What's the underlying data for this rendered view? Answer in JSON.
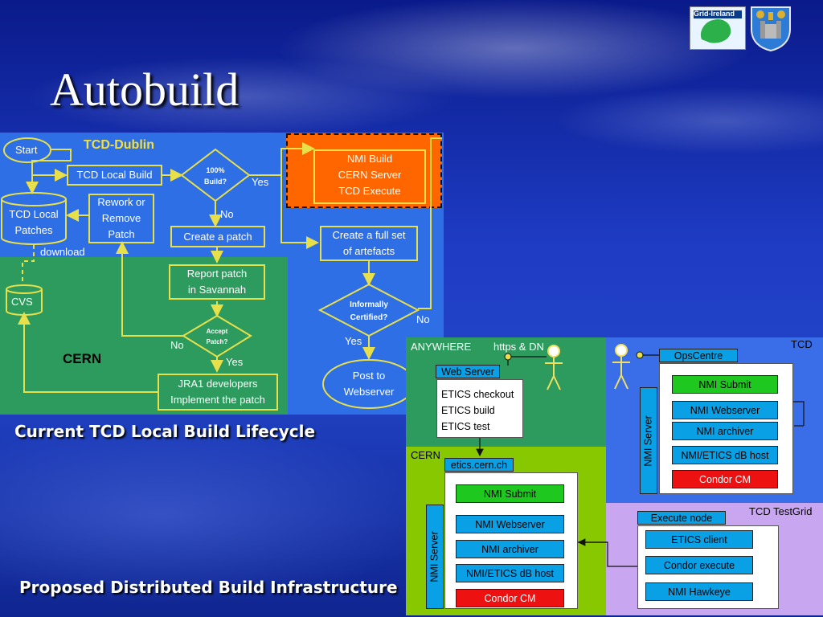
{
  "slide_title": "Autobuild",
  "caption_top": "Current TCD Local Build Lifecycle",
  "caption_bottom": "Proposed Distributed Build Infrastructure",
  "logos": [
    "grid-ireland-logo",
    "tcd-crest-logo"
  ],
  "logo_text": "Grid-Ireland",
  "flow": {
    "region_tcd": "TCD-Dublin",
    "region_cern": "CERN",
    "start": "Start",
    "tcd_local_build": "TCD Local Build",
    "build_decision": [
      "100%",
      "Build?"
    ],
    "yes1": "Yes",
    "no1": "No",
    "nmi_box": [
      "NMI Build",
      "CERN Server",
      "TCD Execute"
    ],
    "tcd_local_patches": [
      "TCD Local",
      "Patches"
    ],
    "rework": [
      "Rework or",
      "Remove",
      "Patch"
    ],
    "create_patch": "Create a patch",
    "create_full_set": [
      "Create a full set",
      "of artefacts"
    ],
    "download": "download",
    "report_patch": [
      "Report patch",
      "in Savannah"
    ],
    "informally_certified": [
      "Informally",
      "Certified?"
    ],
    "no2": "No",
    "cvs": "CVS",
    "accept_patch": [
      "Accept",
      "Patch?"
    ],
    "no3": "No",
    "yes2": "Yes",
    "yes3": "Yes",
    "jra1": [
      "JRA1 developers",
      "Implement the patch"
    ],
    "post_to": [
      "Post to",
      "Webserver"
    ]
  },
  "infra": {
    "anywhere": "ANYWHERE",
    "https": "https & DN",
    "web_server": "Web Server",
    "etics_ops": [
      "ETICS checkout",
      "ETICS build",
      "ETICS test"
    ],
    "cern": "CERN",
    "etics_cern_ch": "etics.cern.ch",
    "cern_nmi_server": "NMI Server",
    "cern_components": [
      "NMI Submit",
      "NMI Webserver",
      "NMI archiver",
      "NMI/ETICS dB host",
      "Condor CM"
    ],
    "tcd": "TCD",
    "ops_centre": "OpsCentre",
    "tcd_nmi_server": "NMI Server",
    "tcd_components": [
      "NMI Submit",
      "NMI Webserver",
      "NMI archiver",
      "NMI/ETICS dB host",
      "Condor CM"
    ],
    "tcd_testgrid": "TCD TestGrid",
    "execute_node": "Execute node",
    "exec_components": [
      "ETICS client",
      "Condor execute",
      "NMI Hawkeye"
    ]
  },
  "colors": {
    "flow_blue": "#2f6fe6",
    "flow_green": "#2e9b5e",
    "orange": "#ff6600",
    "lime": "#88c800",
    "tcd_blue": "#3a6ee8",
    "purple": "#c9a6f0",
    "yellow_line": "#e8e04a"
  }
}
